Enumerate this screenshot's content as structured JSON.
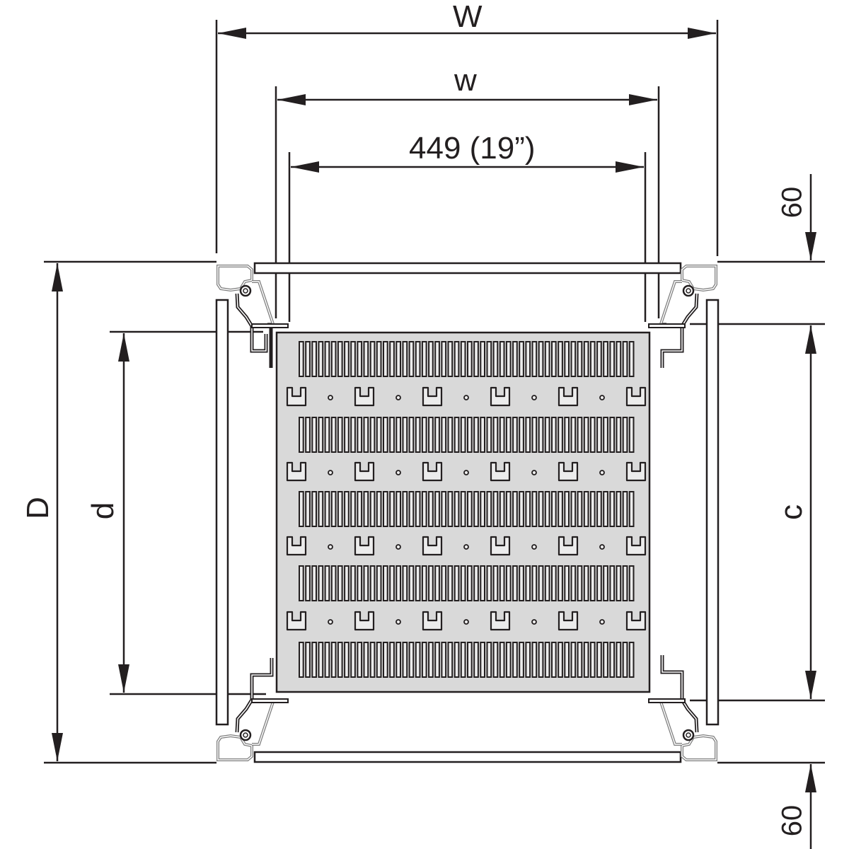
{
  "title": "19-inch equipment shelf (fixed, perforated) — top view dimension drawing",
  "colors": {
    "line": "#231f20",
    "shelf_fill": "#d9d9d9",
    "profile_outline": "#8a8a8a",
    "background": "#ffffff"
  },
  "dimensions": {
    "outer_width": {
      "label": "W"
    },
    "inner_width": {
      "label": "w"
    },
    "mounting_width": {
      "label": "449 (19”)"
    },
    "outer_depth": {
      "label": "D"
    },
    "shelf_depth": {
      "label": "d"
    },
    "mounting_depth": {
      "label": "c"
    },
    "front_offset": {
      "label": "60"
    },
    "rear_offset": {
      "label": "60"
    }
  },
  "shelf": {
    "slot_rows": 5,
    "slots_per_row": 52,
    "bracket_rows": 4,
    "cutouts_per_bracket_row": 6,
    "holes_per_bracket_row": 5
  }
}
